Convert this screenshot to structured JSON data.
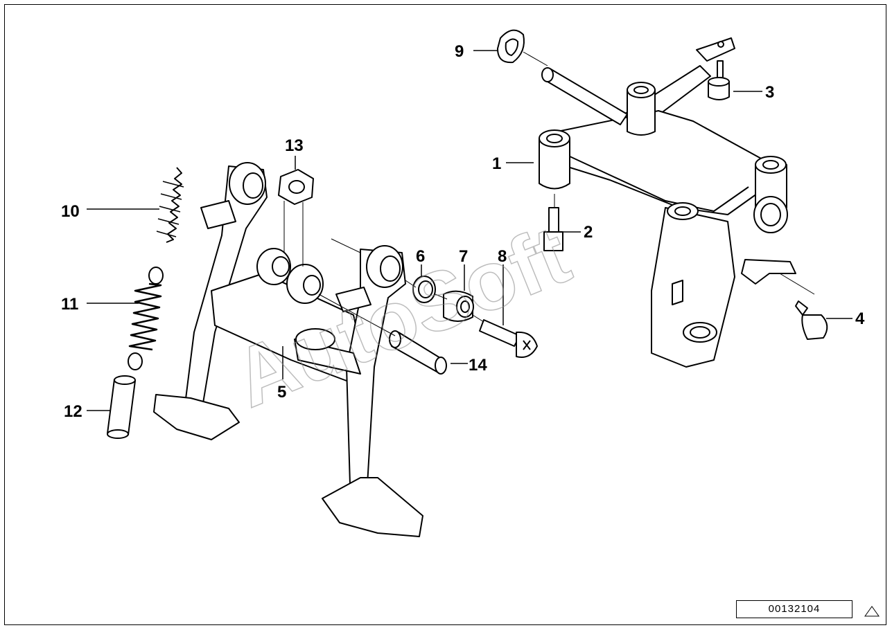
{
  "diagram": {
    "part_labels": {
      "p1": "1",
      "p2": "2",
      "p3": "3",
      "p4": "4",
      "p5": "5",
      "p6": "6",
      "p7": "7",
      "p8": "8",
      "p9": "9",
      "p10": "10",
      "p11": "11",
      "p12": "12",
      "p13": "13",
      "p14": "14"
    },
    "watermark": "AutoSoft",
    "document_number": "00132104"
  },
  "colors": {
    "ink": "#000000",
    "paper": "#ffffff"
  }
}
